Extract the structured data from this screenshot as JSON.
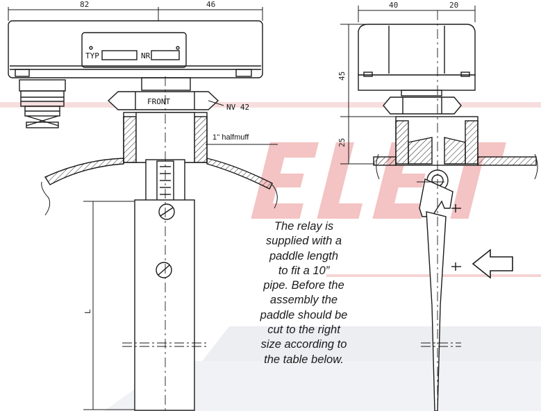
{
  "dimensions": {
    "left_width_a": "82",
    "left_width_b": "46",
    "right_width_a": "40",
    "right_width_b": "20",
    "right_height_a": "45",
    "right_height_b": "25",
    "paddle_length": "L"
  },
  "labels": {
    "plate_type": "TYP",
    "plate_number": "NR",
    "front": "FRONT",
    "nut": "NV 42",
    "halfmuff": "1'' halfmuff"
  },
  "note": {
    "lines": [
      "The relay is",
      "supplied with a",
      "paddle length",
      "to fit a 10”",
      "pipe. Before the",
      "assembly the",
      "paddle should be",
      "cut to the right",
      "size according to",
      "the table below."
    ]
  },
  "colors": {
    "line": "#1a1a1a",
    "watermark_red": "#f3b9b9",
    "watermark_grey": "#e7e9ee"
  }
}
